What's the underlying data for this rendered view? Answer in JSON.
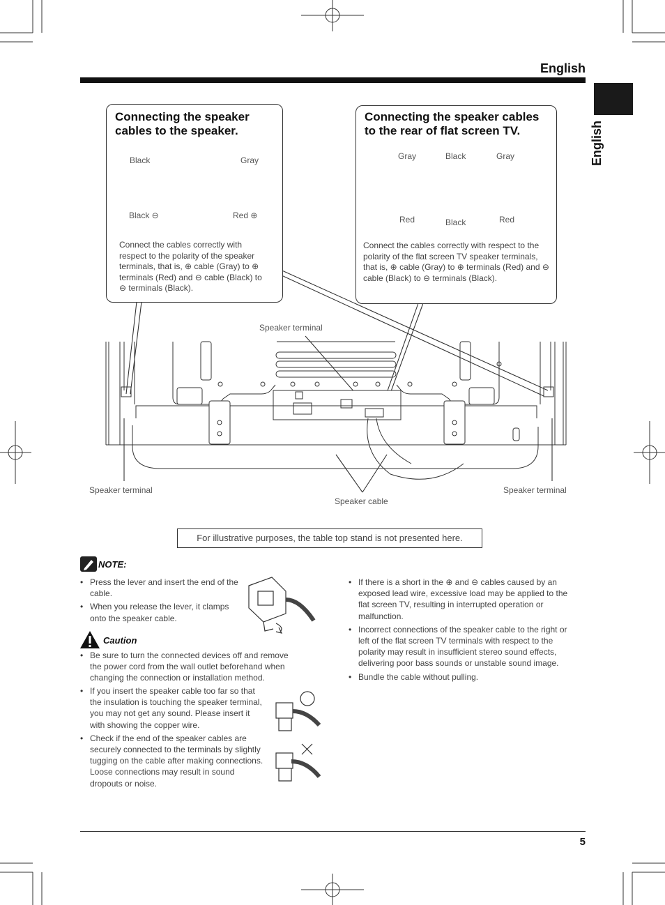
{
  "header": {
    "language": "English"
  },
  "side_tab": {
    "label": "English"
  },
  "box_left": {
    "title_line1": "Connecting the speaker",
    "title_line2": "cables to the speaker.",
    "label_black_top": "Black",
    "label_gray_top": "Gray",
    "label_black_minus": "Black ⊖",
    "label_red_plus": "Red ⊕",
    "description": "Connect the cables correctly with respect to the polarity of the speaker terminals, that is, ⊕ cable (Gray) to ⊕ terminals (Red) and ⊖ cable (Black) to ⊖ terminals (Black)."
  },
  "box_right": {
    "title_line1": "Connecting the speaker cables",
    "title_line2": "to the rear of flat screen TV.",
    "label_gray_left": "Gray",
    "label_black_top": "Black",
    "label_gray_right": "Gray",
    "label_red_left": "Red",
    "label_black_bottom": "Black",
    "label_red_right": "Red",
    "description": "Connect the cables correctly with respect to the polarity of the flat screen TV speaker terminals, that is, ⊕ cable (Gray) to ⊕ terminals (Red) and ⊖ cable (Black) to ⊖ terminals (Black)."
  },
  "tv_diagram": {
    "speaker_terminal_center": "Speaker terminal",
    "speaker_terminal_left": "Speaker terminal",
    "speaker_terminal_right": "Speaker terminal",
    "speaker_cable": "Speaker cable"
  },
  "illustrative_note": "For illustrative purposes, the table top stand is not presented here.",
  "note": {
    "heading": "NOTE:",
    "items": [
      "Press the lever and insert the end of the cable.",
      "When you release the lever, it clamps onto the speaker cable."
    ]
  },
  "caution": {
    "heading": "Caution",
    "items": [
      "Be sure to turn the connected devices off and remove the power cord from the wall outlet beforehand when changing the connection or installation method.",
      "If you insert the speaker cable too far so that the insulation is touching the speaker terminal, you may not get any sound. Please insert it with showing the copper wire.",
      "Check if the end of the speaker cables are securely connected to the terminals by slightly tugging on the cable after making connections. Loose connections may result in sound dropouts or noise."
    ]
  },
  "right_column": {
    "items": [
      "If there is a short in the ⊕ and ⊖ cables caused by an exposed lead wire, excessive load may be applied to the flat screen TV, resulting in interrupted operation or malfunction.",
      "Incorrect connections of the speaker cable to the right or left of the flat screen TV terminals with respect to the polarity may result in insufficient stereo sound effects, delivering poor bass sounds or unstable sound image.",
      "Bundle the cable without pulling."
    ]
  },
  "footer": {
    "page_number": "5"
  }
}
